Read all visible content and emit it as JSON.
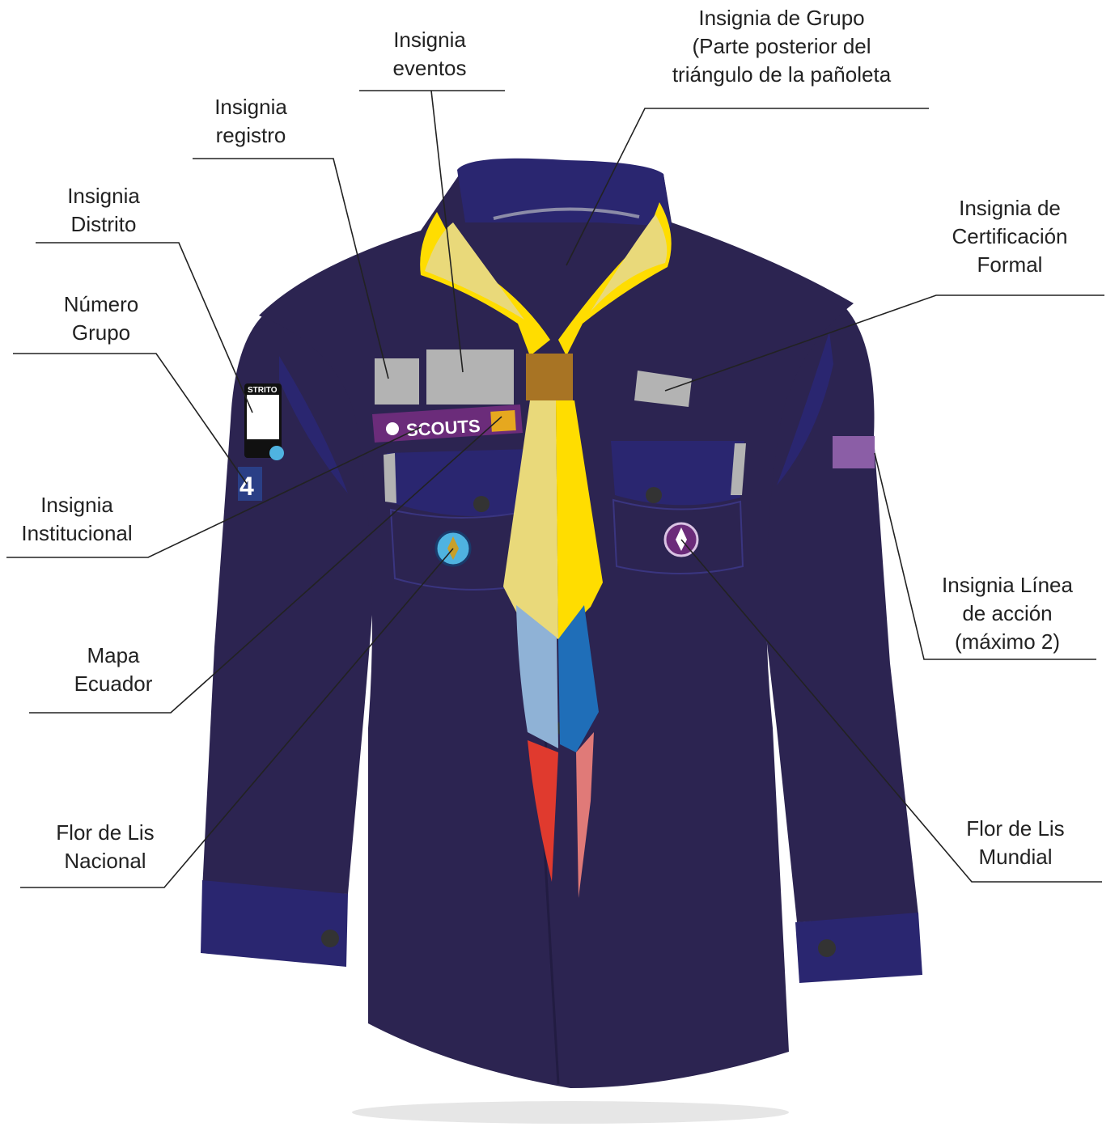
{
  "labels": {
    "insignia_eventos": [
      "Insignia",
      "eventos"
    ],
    "insignia_grupo": [
      "Insignia de Grupo",
      "(Parte posterior del",
      "triángulo de la pañoleta"
    ],
    "insignia_registro": [
      "Insignia",
      "registro"
    ],
    "insignia_distrito": [
      "Insignia",
      "Distrito"
    ],
    "numero_grupo": [
      "Número",
      "Grupo"
    ],
    "insignia_certificacion": [
      "Insignia de",
      "Certificación",
      "Formal"
    ],
    "insignia_institucional": [
      "Insignia",
      "Institucional"
    ],
    "mapa_ecuador": [
      "Mapa",
      "Ecuador"
    ],
    "insignia_linea_accion": [
      "Insignia Línea",
      "de acción",
      "(máximo 2)"
    ],
    "flor_lis_nacional": [
      "Flor de Lis",
      "Nacional"
    ],
    "flor_lis_mundial": [
      "Flor de Lis",
      "Mundial"
    ]
  },
  "patches": {
    "district_tab": "STRITO",
    "group_number": "4",
    "scouts_strip": "SCOUTS"
  },
  "colors": {
    "shirt": "#2c2451",
    "shirt_dark": "#221c42",
    "collar": "#2a2670",
    "scarf_yellow": "#ffdd00",
    "scarf_light": "#e9d97a",
    "ecuador_blue": "#1f6eb8",
    "ecuador_blue_light": "#8fb2d6",
    "ecuador_red": "#e03a2e",
    "patch_gray": "#b3b3b3",
    "woggle": "#a87424",
    "purple_patch": "#8b5ea6",
    "scouts_strip": "#6b2c7a",
    "line": "#222222"
  }
}
